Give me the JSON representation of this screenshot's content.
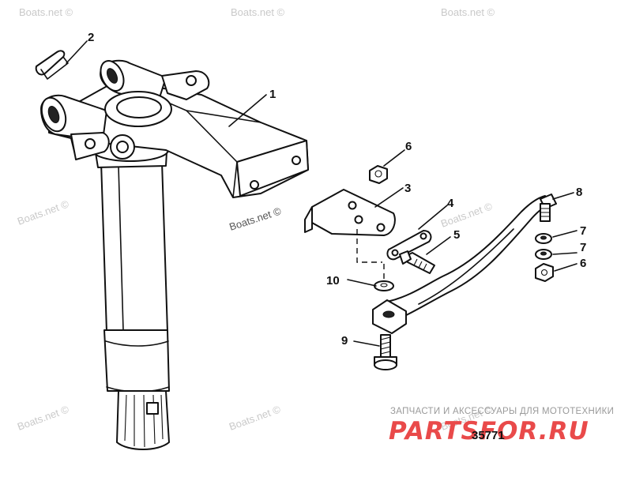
{
  "watermarks": [
    {
      "text": "Boats.net ©"
    },
    {
      "text": "Boats.net ©"
    },
    {
      "text": "Boats.net ©"
    },
    {
      "text": "Boats.net ©"
    },
    {
      "text": "Boats.net ©"
    },
    {
      "text": "Boats.net ©"
    },
    {
      "text": "Boats.net ©"
    },
    {
      "text": "Boats.net ©"
    }
  ],
  "center_watermark": "Boats.net ©",
  "callouts": [
    {
      "label": "1"
    },
    {
      "label": "2"
    },
    {
      "label": "3"
    },
    {
      "label": "4"
    },
    {
      "label": "5"
    },
    {
      "label": "6"
    },
    {
      "label": "6"
    },
    {
      "label": "7"
    },
    {
      "label": "7"
    },
    {
      "label": "8"
    },
    {
      "label": "9"
    },
    {
      "label": "10"
    }
  ],
  "figure_number": "35771",
  "brand": {
    "subtitle": "ЗАПЧАСТИ И АКСЕССУАРЫ ДЛЯ МОТОТЕХНИКИ",
    "logo": "PARTSFOR.RU",
    "logo_color": "#e94a4a"
  }
}
